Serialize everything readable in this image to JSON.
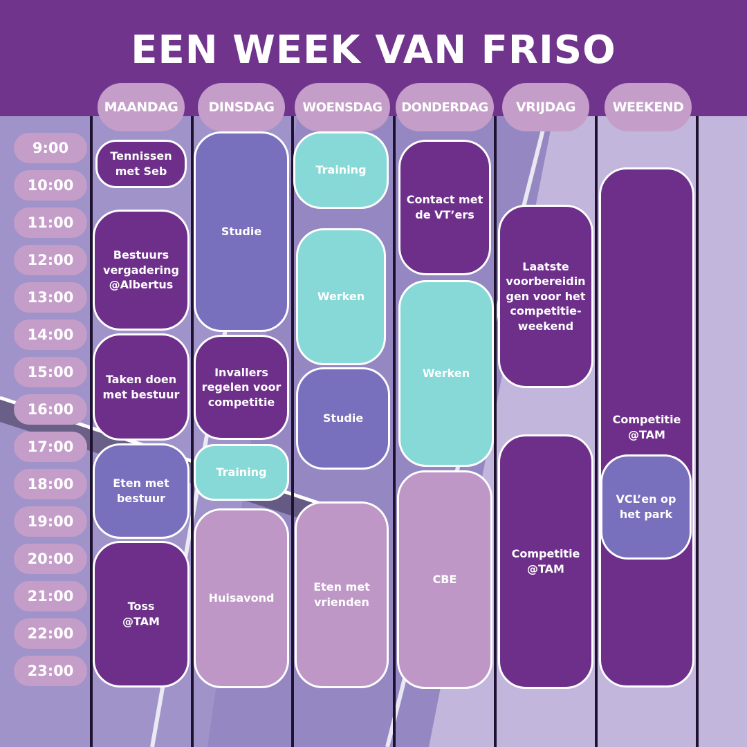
{
  "title": "EEN WEEK VAN FRISO",
  "colors": {
    "header": "#70348c",
    "day_pill": "#c49dc9",
    "dark_purple": "#6e2f8a",
    "blue_purple": "#7870bd",
    "teal": "#86d9d6",
    "pink": "#be97c6",
    "background": "#b6a5d6"
  },
  "days": [
    "MAANDAG",
    "DINSDAG",
    "WOENSDAG",
    "DONDERDAG",
    "VRIJDAG",
    "WEEKEND"
  ],
  "times": [
    "9:00",
    "10:00",
    "11:00",
    "12:00",
    "13:00",
    "14:00",
    "15:00",
    "16:00",
    "17:00",
    "18:00",
    "19:00",
    "20:00",
    "21:00",
    "22:00",
    "23:00"
  ],
  "events": {
    "maandag": [
      {
        "label": "Tennissen\nmet Seb",
        "color": "dark_purple"
      },
      {
        "label": "Bestuurs\nvergadering\n@Albertus",
        "color": "dark_purple"
      },
      {
        "label": "Taken doen\nmet bestuur",
        "color": "dark_purple"
      },
      {
        "label": "Eten met\nbestuur",
        "color": "blue_purple"
      },
      {
        "label": "Toss\n@TAM",
        "color": "dark_purple"
      }
    ],
    "dinsdag": [
      {
        "label": "Studie",
        "color": "blue_purple"
      },
      {
        "label": "Invallers\nregelen voor\ncompetitie",
        "color": "dark_purple"
      },
      {
        "label": "Training",
        "color": "teal"
      },
      {
        "label": "Huisavond",
        "color": "pink"
      }
    ],
    "woensdag": [
      {
        "label": "Training",
        "color": "teal"
      },
      {
        "label": "Werken",
        "color": "teal"
      },
      {
        "label": "Studie",
        "color": "blue_purple"
      },
      {
        "label": "Eten met\nvrienden",
        "color": "pink"
      }
    ],
    "donderdag": [
      {
        "label": "Contact met\nde VT’ers",
        "color": "dark_purple"
      },
      {
        "label": "Werken",
        "color": "teal"
      },
      {
        "label": "CBE",
        "color": "pink"
      }
    ],
    "vrijdag": [
      {
        "label": "Laatste\nvoorbereidin\ngen voor het\ncompetitie-\nweekend",
        "color": "dark_purple"
      },
      {
        "label": "Competitie\n@TAM",
        "color": "dark_purple"
      }
    ],
    "weekend": [
      {
        "label": "Competitie\n@TAM",
        "color": "dark_purple"
      },
      {
        "label": "VCL’en op\nhet park",
        "color": "blue_purple"
      }
    ]
  }
}
